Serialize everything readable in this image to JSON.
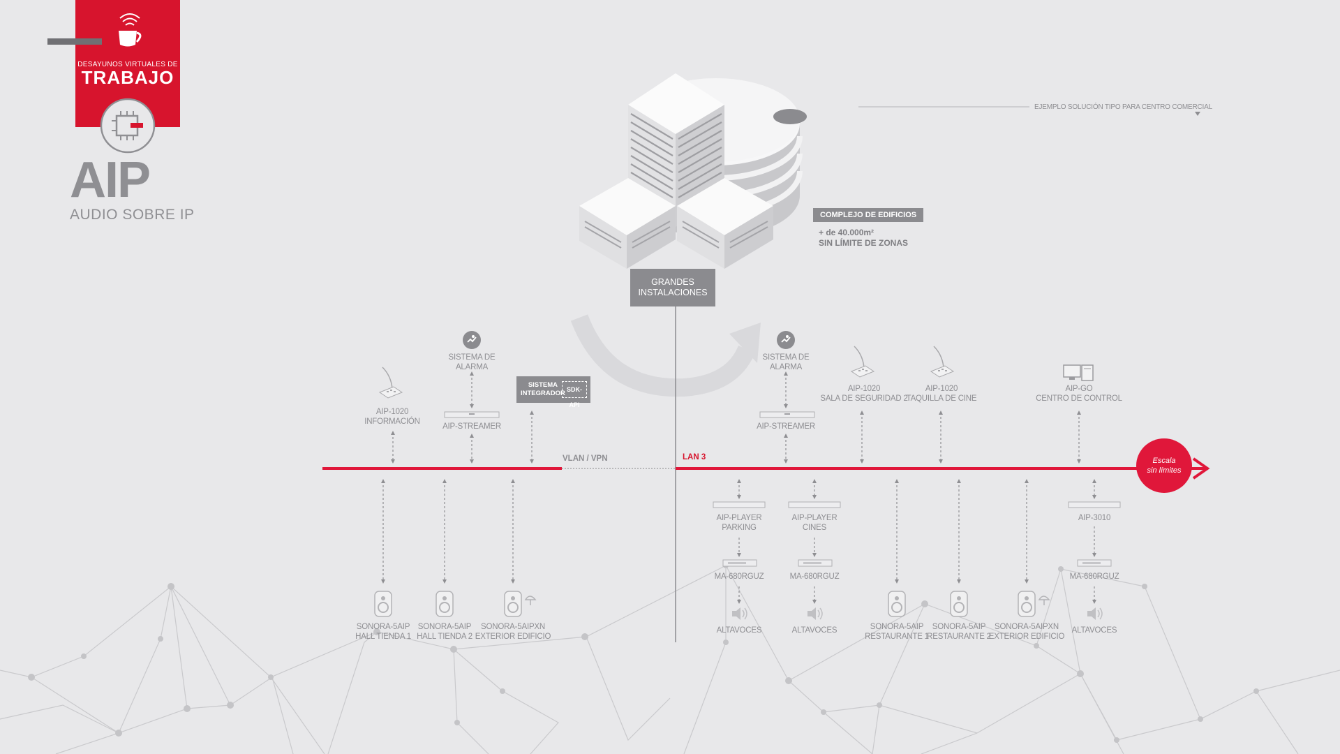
{
  "logo": {
    "caption": "DESAYUNOS VIRTUALES DE",
    "title": "TRABAJO",
    "colors": {
      "brand_red": "#d7142d",
      "grey": "#8b8b8f"
    },
    "icons": [
      "coffee-cup-icon",
      "chip-icon"
    ]
  },
  "product": {
    "title": "AIP",
    "subtitle": "AUDIO SOBRE IP"
  },
  "example_note": "EJEMPLO SOLUCIÓN TIPO PARA CENTRO COMERCIAL",
  "complex": {
    "badge": "COMPLEJO DE EDIFICIOS",
    "line1": "+ de 40.000m²",
    "line2": "SIN LÍMITE DE ZONAS"
  },
  "grandes": {
    "line1": "GRANDES",
    "line2": "INSTALACIONES"
  },
  "integrador": {
    "line1": "SISTEMA",
    "line2": "INTEGRADOR",
    "sdk": "SDK-API"
  },
  "network": {
    "vlan_label": "VLAN / VPN",
    "lan_label": "LAN 3",
    "escala_line1": "Escala",
    "escala_line2": "sin límites"
  },
  "left_top": {
    "alarm": {
      "line1": "SISTEMA DE",
      "line2": "ALARMA"
    },
    "streamer": "AIP-STREAMER",
    "mic": {
      "line1": "AIP-1020",
      "line2": "INFORMACIÓN"
    }
  },
  "right_top": {
    "alarm": {
      "line1": "SISTEMA DE",
      "line2": "ALARMA"
    },
    "streamer": "AIP-STREAMER",
    "mic1": {
      "line1": "AIP-1020",
      "line2": "SALA DE SEGURIDAD 2"
    },
    "mic2": {
      "line1": "AIP-1020",
      "line2": "TAQUILLA DE CINE"
    },
    "go": {
      "line1": "AIP-GO",
      "line2": "CENTRO DE CONTROL"
    }
  },
  "left_bottom": {
    "sp1": {
      "line1": "SONORA-5AIP",
      "line2": "HALL TIENDA 1"
    },
    "sp2": {
      "line1": "SONORA-5AIP",
      "line2": "HALL TIENDA 2"
    },
    "sp3": {
      "line1": "SONORA-5AIPXN",
      "line2": "EXTERIOR EDIFICIO"
    }
  },
  "right_bottom": {
    "player1": {
      "line1": "AIP-PLAYER",
      "line2": "PARKING"
    },
    "player2": {
      "line1": "AIP-PLAYER",
      "line2": "CINES"
    },
    "amp1": "MA-680RGUZ",
    "amp2": "MA-680RGUZ",
    "amp3": "MA-680RGUZ",
    "alt1": "ALTAVOCES",
    "alt2": "ALTAVOCES",
    "alt3": "ALTAVOCES",
    "sp1": {
      "line1": "SONORA-5AIP",
      "line2": "RESTAURANTE 1"
    },
    "sp2": {
      "line1": "SONORA-5AIP",
      "line2": "RESTAURANTE 2"
    },
    "sp3": {
      "line1": "SONORA-5AIPXN",
      "line2": "EXTERIOR EDIFICIO"
    },
    "aip3010": "AIP-3010"
  }
}
